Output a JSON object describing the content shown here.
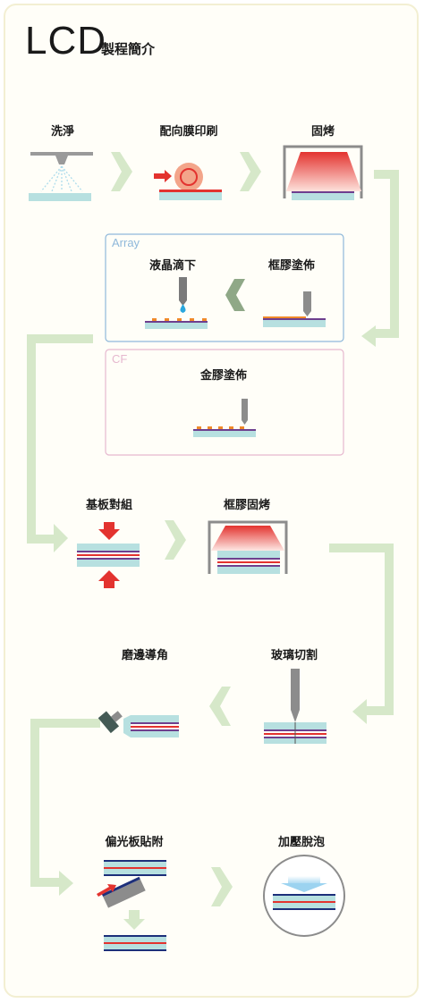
{
  "title": {
    "main": "LCD",
    "sub": "製程簡介"
  },
  "steps": {
    "wash": "洗淨",
    "pi_print": "配向膜印刷",
    "cure": "固烤",
    "lc_drop": "液晶滴下",
    "seal_coat": "框膠塗佈",
    "gold_coat": "金膠塗佈",
    "assemble": "基板對組",
    "seal_cure": "框膠固烤",
    "edge_grind": "磨邊導角",
    "glass_cut": "玻璃切割",
    "polarizer": "偏光板貼附",
    "degas": "加壓脫泡"
  },
  "groups": {
    "array": "Array",
    "cf": "CF"
  },
  "colors": {
    "flow_arrow": "#d6e8c9",
    "array_box": "#8fb8da",
    "cf_box": "#e6b8cf",
    "substrate": "#b7e0e0",
    "red": "#e3332f",
    "purple": "#6e3f8e",
    "orange": "#f08a2a",
    "navy": "#1d2f7a",
    "gray": "#8c8c8c"
  }
}
